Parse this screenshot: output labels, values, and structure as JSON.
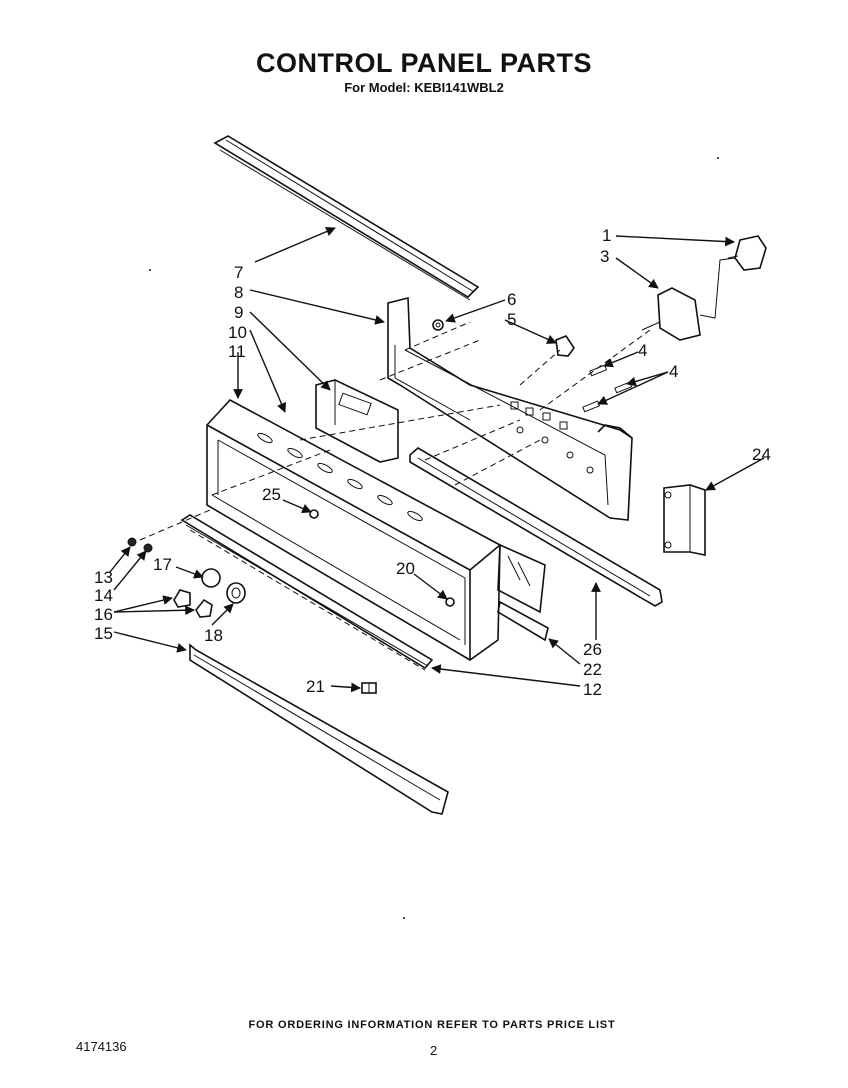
{
  "header": {
    "title": "CONTROL PANEL PARTS",
    "subtitle": "For Model: KEBI141WBL2"
  },
  "callouts": {
    "c1": "1",
    "c3": "3",
    "c4a": "4",
    "c4b": "4",
    "c5": "5",
    "c6": "6",
    "c7": "7",
    "c8": "8",
    "c9": "9",
    "c10": "10",
    "c11": "11",
    "c12": "12",
    "c13": "13",
    "c14": "14",
    "c15": "15",
    "c16": "16",
    "c17": "17",
    "c18": "18",
    "c20": "20",
    "c21": "21",
    "c22": "22",
    "c24": "24",
    "c25": "25",
    "c26": "26"
  },
  "footer": {
    "note": "FOR ORDERING INFORMATION REFER TO PARTS PRICE LIST",
    "doc_number": "4174136",
    "page_number": "2"
  }
}
